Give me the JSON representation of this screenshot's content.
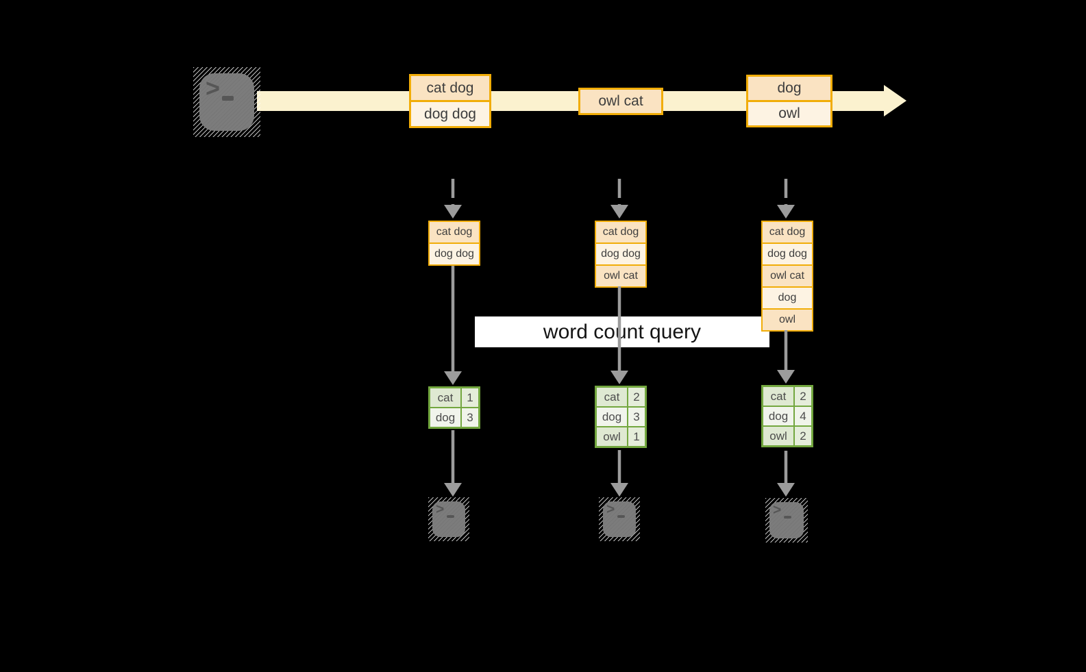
{
  "diagram": {
    "banner_label": "word count query",
    "source": {
      "icon": "terminal",
      "prompt": ">"
    },
    "timeline_batches": [
      {
        "records": [
          "cat dog",
          "dog dog"
        ]
      },
      {
        "records": [
          "owl cat"
        ]
      },
      {
        "records": [
          "dog",
          "owl"
        ]
      }
    ],
    "columns": [
      {
        "log": [
          "cat dog",
          "dog dog"
        ],
        "counts": [
          {
            "word": "cat",
            "count": "1"
          },
          {
            "word": "dog",
            "count": "3"
          }
        ]
      },
      {
        "log": [
          "cat dog",
          "dog dog",
          "owl cat"
        ],
        "counts": [
          {
            "word": "cat",
            "count": "2"
          },
          {
            "word": "dog",
            "count": "3"
          },
          {
            "word": "owl",
            "count": "1"
          }
        ]
      },
      {
        "log": [
          "cat dog",
          "dog dog",
          "owl cat",
          "dog",
          "owl"
        ],
        "counts": [
          {
            "word": "cat",
            "count": "2"
          },
          {
            "word": "dog",
            "count": "4"
          },
          {
            "word": "owl",
            "count": "2"
          }
        ]
      }
    ],
    "colors": {
      "background": "#000000",
      "stream_band": "#fbf2cf",
      "record_fill_dark": "#fae3c2",
      "record_fill_light": "#fdf3e3",
      "record_border": "#f1ad08",
      "table_border": "#73a73f",
      "table_fill_odd": "#dfe9d2",
      "table_fill_even": "#f1f4ec",
      "arrow_gray": "#9c9c9c",
      "terminal_gray": "#7c7c7c",
      "banner_bg": "#ffffff"
    }
  }
}
